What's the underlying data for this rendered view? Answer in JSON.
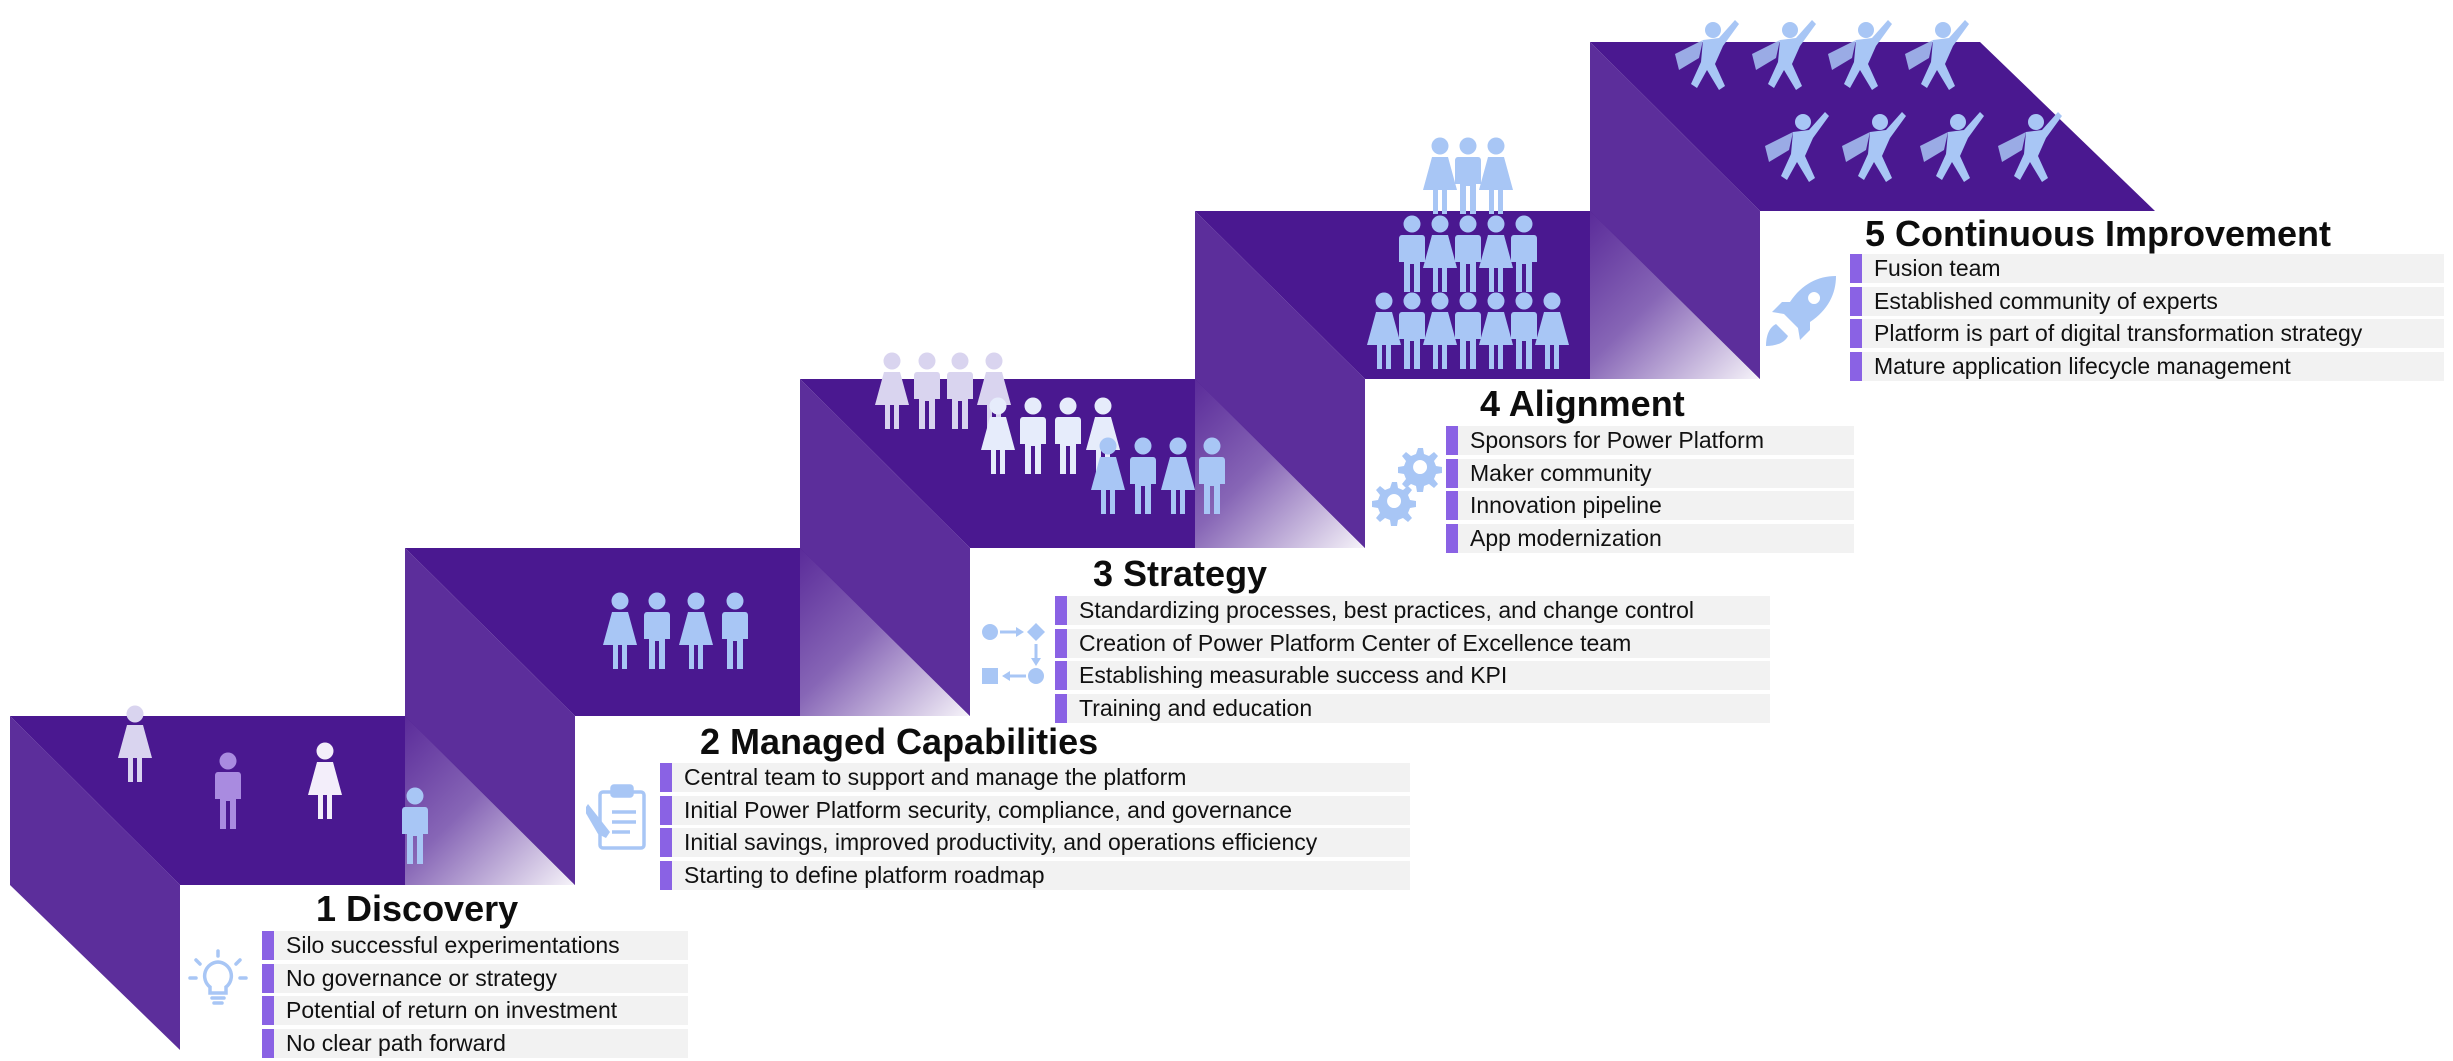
{
  "stages": [
    {
      "number": "1",
      "name": "Discovery",
      "title": "1 Discovery",
      "icon": "lightbulb-icon",
      "items": [
        "Silo successful experimentations",
        "No governance or strategy",
        "Potential of return on investment",
        "No clear path forward"
      ]
    },
    {
      "number": "2",
      "name": "Managed Capabilities",
      "title": "2 Managed Capabilities",
      "icon": "clipboard-pencil-icon",
      "items": [
        "Central team to support and manage the platform",
        "Initial Power Platform security, compliance, and governance",
        "Initial savings, improved productivity, and operations efficiency",
        "Starting to define platform roadmap"
      ]
    },
    {
      "number": "3",
      "name": "Strategy",
      "title": "3 Strategy",
      "icon": "process-flow-icon",
      "items": [
        "Standardizing processes, best practices, and change control",
        "Creation of Power Platform Center of Excellence team",
        "Establishing measurable success and KPI",
        "Training and education"
      ]
    },
    {
      "number": "4",
      "name": "Alignment",
      "title": "4 Alignment",
      "icon": "gears-icon",
      "items": [
        "Sponsors for Power Platform",
        "Maker community",
        "Innovation pipeline",
        "App modernization"
      ]
    },
    {
      "number": "5",
      "name": "Continuous Improvement",
      "title": "5 Continuous Improvement",
      "icon": "rocket-icon",
      "items": [
        "Fusion team",
        "Established community of experts",
        "Platform is part of digital transformation strategy",
        "Mature application lifecycle management"
      ]
    }
  ],
  "colors": {
    "step_top": "#4a1890",
    "step_side": "#5c2e9b",
    "step_front_gradient": "#ffffff",
    "bullet_bar": "#8a62e4",
    "item_background": "#f2f2f2",
    "people_light": "#a8c6f5",
    "people_pale": "#d9d4ef",
    "people_purple": "#a98be0",
    "icon_blue": "#a8c6f5"
  }
}
